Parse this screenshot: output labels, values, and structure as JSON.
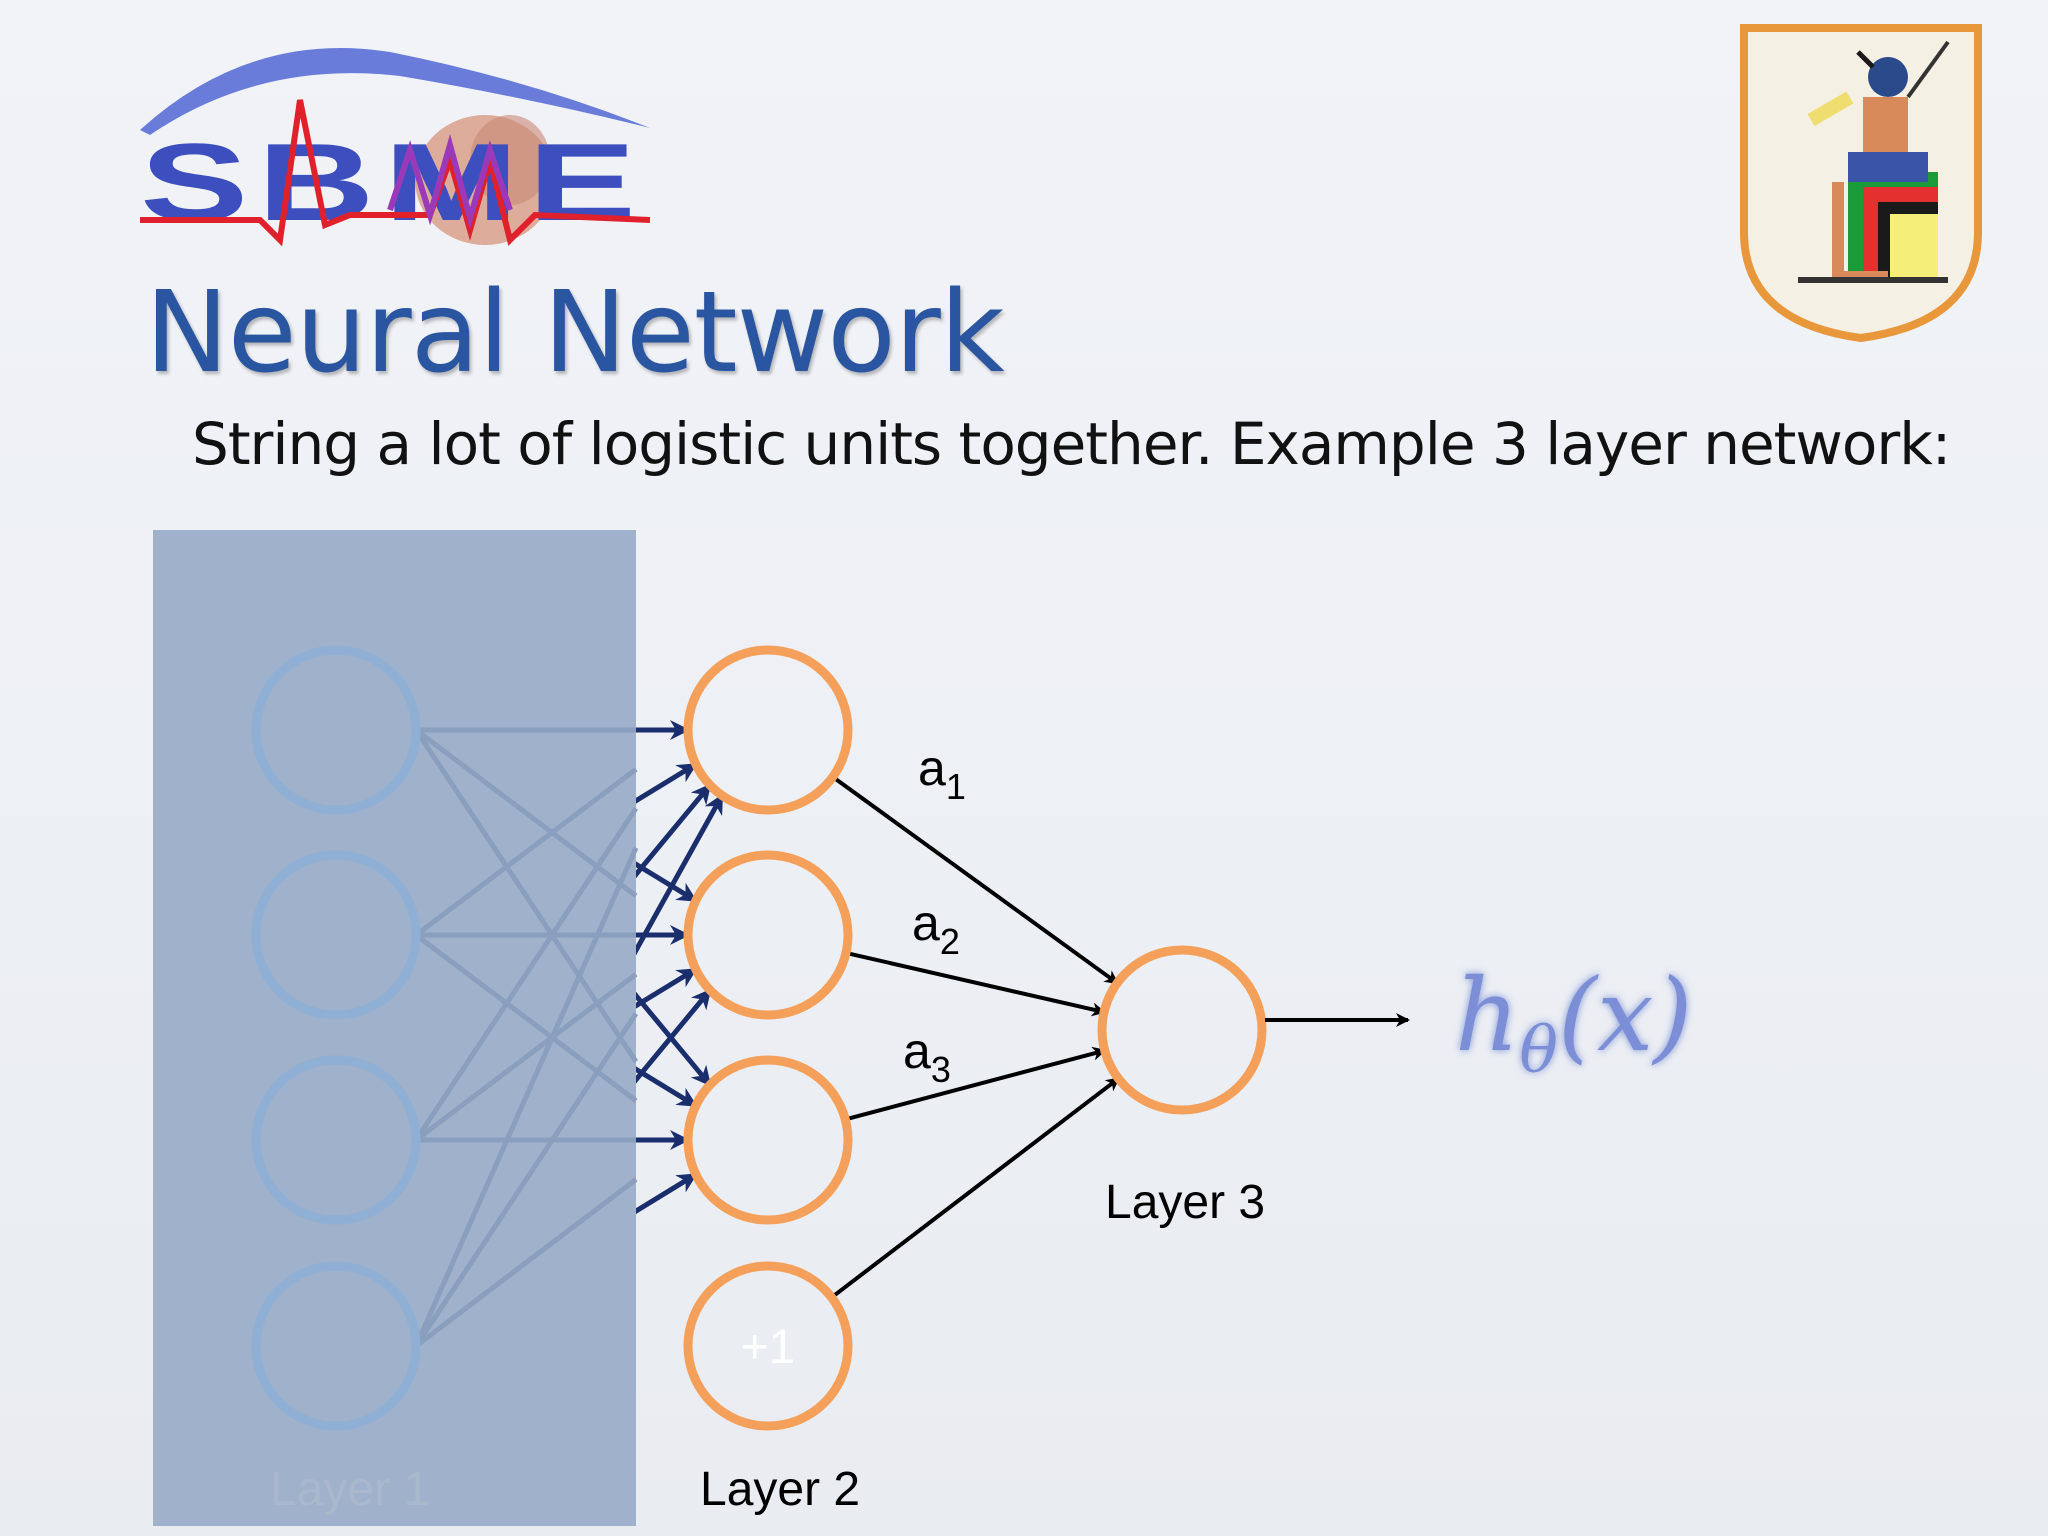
{
  "slide": {
    "title": "Neural Network",
    "subtitle": "String a lot of logistic units together.  Example 3 layer network:"
  },
  "logos": {
    "left": "SBME",
    "right_icon": "egyptian-scribe-emblem-icon"
  },
  "network": {
    "layers": [
      {
        "name": "Layer 1",
        "nodes": [
          "",
          "",
          "",
          ""
        ]
      },
      {
        "name": "Layer 2",
        "nodes": [
          "",
          "",
          "",
          "+1"
        ]
      },
      {
        "name": "Layer 3",
        "nodes": [
          ""
        ]
      }
    ],
    "activations": [
      {
        "base": "a",
        "sub": "1"
      },
      {
        "base": "a",
        "sub": "2"
      },
      {
        "base": "a",
        "sub": "3"
      }
    ],
    "output": {
      "h": "h",
      "sub": "θ",
      "arg": "(x)"
    }
  },
  "colors": {
    "title": "#2a55a0",
    "node_orange": "#f5a05a",
    "layer1_overlay": "#9fb1cb",
    "layer1_node": "#8fb0d4",
    "output_text": "#7b8fd6",
    "arrow_navy": "#1a2e6e"
  }
}
